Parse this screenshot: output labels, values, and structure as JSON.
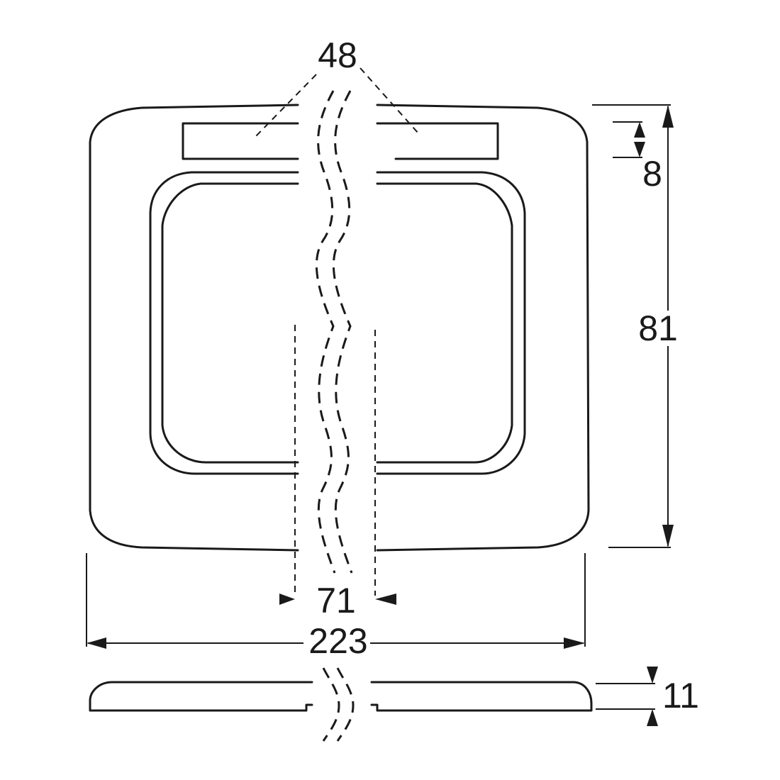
{
  "dimensions": {
    "break_gap": "48",
    "border_width": "8",
    "height": "81",
    "center_width": "71",
    "overall_width": "223",
    "thickness": "11"
  },
  "colors": {
    "line": "#1a1a1a",
    "background": "#ffffff"
  }
}
